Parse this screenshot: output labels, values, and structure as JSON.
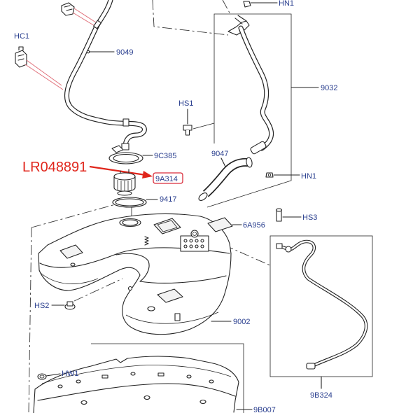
{
  "labels": {
    "hn1_top": "HN1",
    "hc1": "HC1",
    "p9049": "9049",
    "p9032": "9032",
    "hs1": "HS1",
    "p9c385": "9C385",
    "p9047": "9047",
    "p9a314": "9A314",
    "hn1_right": "HN1",
    "p9417": "9417",
    "hs3": "HS3",
    "p6a956": "6A956",
    "hs2": "HS2",
    "p9002": "9002",
    "hw1": "HW1",
    "p9b324": "9B324",
    "p9b007": "9B007"
  },
  "annotation": {
    "part_number": "LR048891"
  },
  "colors": {
    "label": "#2a3f8f",
    "annotation": "#e0261c",
    "highlight_box": "#d92b3a",
    "line": "#222222"
  }
}
